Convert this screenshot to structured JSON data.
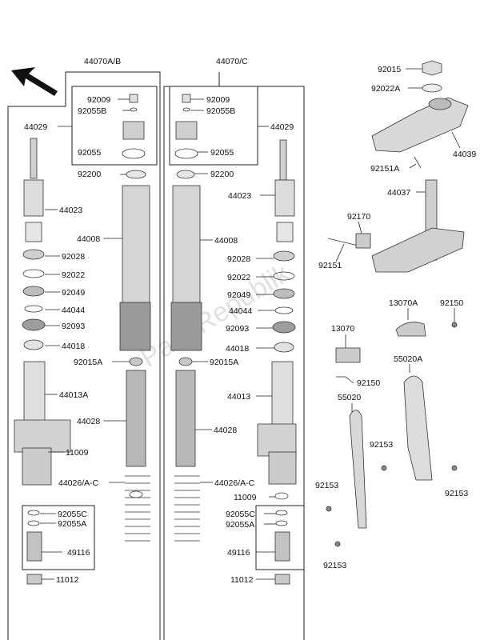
{
  "left_assembly": {
    "header": "44070A/B",
    "labels": {
      "p92009": "92009",
      "p92055B": "92055B",
      "p92055": "92055",
      "p44029": "44029",
      "p92200": "92200",
      "p44023": "44023",
      "p44008": "44008",
      "p92028": "92028",
      "p92022": "92022",
      "p92049": "92049",
      "p44044": "44044",
      "p92093": "92093",
      "p44018": "44018",
      "p92015A": "92015A",
      "p44013A": "44013A",
      "p44028": "44028",
      "p11009": "11009",
      "p44026": "44026/A-C",
      "p92055C": "92055C",
      "p92055A": "92055A",
      "p49116": "49116",
      "p11012": "11012"
    }
  },
  "right_assembly": {
    "header": "44070/C",
    "labels": {
      "p92009": "92009",
      "p92055B": "92055B",
      "p92055": "92055",
      "p44029": "44029",
      "p92200": "92200",
      "p44023": "44023",
      "p44008": "44008",
      "p92028": "92028",
      "p92022": "92022",
      "p92049": "92049",
      "p44044": "44044",
      "p92093": "92093",
      "p44018": "44018",
      "p92015A": "92015A",
      "p44013": "44013",
      "p44028": "44028",
      "p44026": "44026/A-C",
      "p11009": "11009",
      "p92055C": "92055C",
      "p92055A": "92055A",
      "p49116": "49116",
      "p11012": "11012"
    }
  },
  "steering": {
    "p92015": "92015",
    "p92022A": "92022A",
    "p44039": "44039",
    "p92151A": "92151A",
    "p44037": "44037",
    "p92170": "92170",
    "p92151": "92151"
  },
  "guards": {
    "p13070A": "13070A",
    "p92150_top": "92150",
    "p13070": "13070",
    "p92150_mid": "92150",
    "p55020A": "55020A",
    "p55020": "55020",
    "p92153_a": "92153",
    "p92153_b": "92153",
    "p92153_c": "92153",
    "p92153_d": "92153"
  },
  "watermark": "PartsRepublik"
}
